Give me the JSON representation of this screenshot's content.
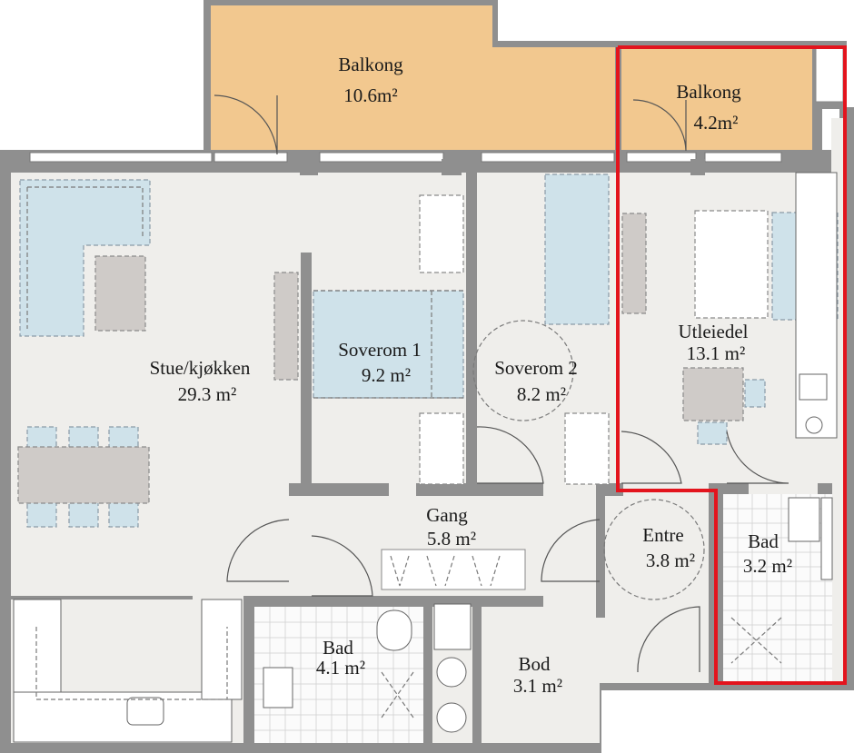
{
  "rooms": [
    {
      "id": "balkong-main",
      "name": "Balkong",
      "area": "10.6m²"
    },
    {
      "id": "balkong-rental",
      "name": "Balkong",
      "area": "4.2m²"
    },
    {
      "id": "stue",
      "name": "Stue/kjøkken",
      "area": "29.3 m²"
    },
    {
      "id": "soverom1",
      "name": "Soverom 1",
      "area": "9.2 m²"
    },
    {
      "id": "soverom2",
      "name": "Soverom 2",
      "area": "8.2 m²"
    },
    {
      "id": "utleiedel",
      "name": "Utleiedel",
      "area": "13.1 m²"
    },
    {
      "id": "gang",
      "name": "Gang",
      "area": "5.8 m²"
    },
    {
      "id": "entre",
      "name": "Entre",
      "area": "3.8 m²"
    },
    {
      "id": "bad-rental",
      "name": "Bad",
      "area": "3.2 m²"
    },
    {
      "id": "bad-main",
      "name": "Bad",
      "area": "4.1 m²"
    },
    {
      "id": "bod",
      "name": "Bod",
      "area": "3.1 m²"
    }
  ],
  "colors": {
    "balcony": "#f2c88f",
    "floor": "#efeeeb",
    "wall": "#8f8f8f",
    "furniture_blue": "#cfe2ea",
    "furniture_grey": "#cfcbc8",
    "rental_outline": "#e3141d"
  }
}
